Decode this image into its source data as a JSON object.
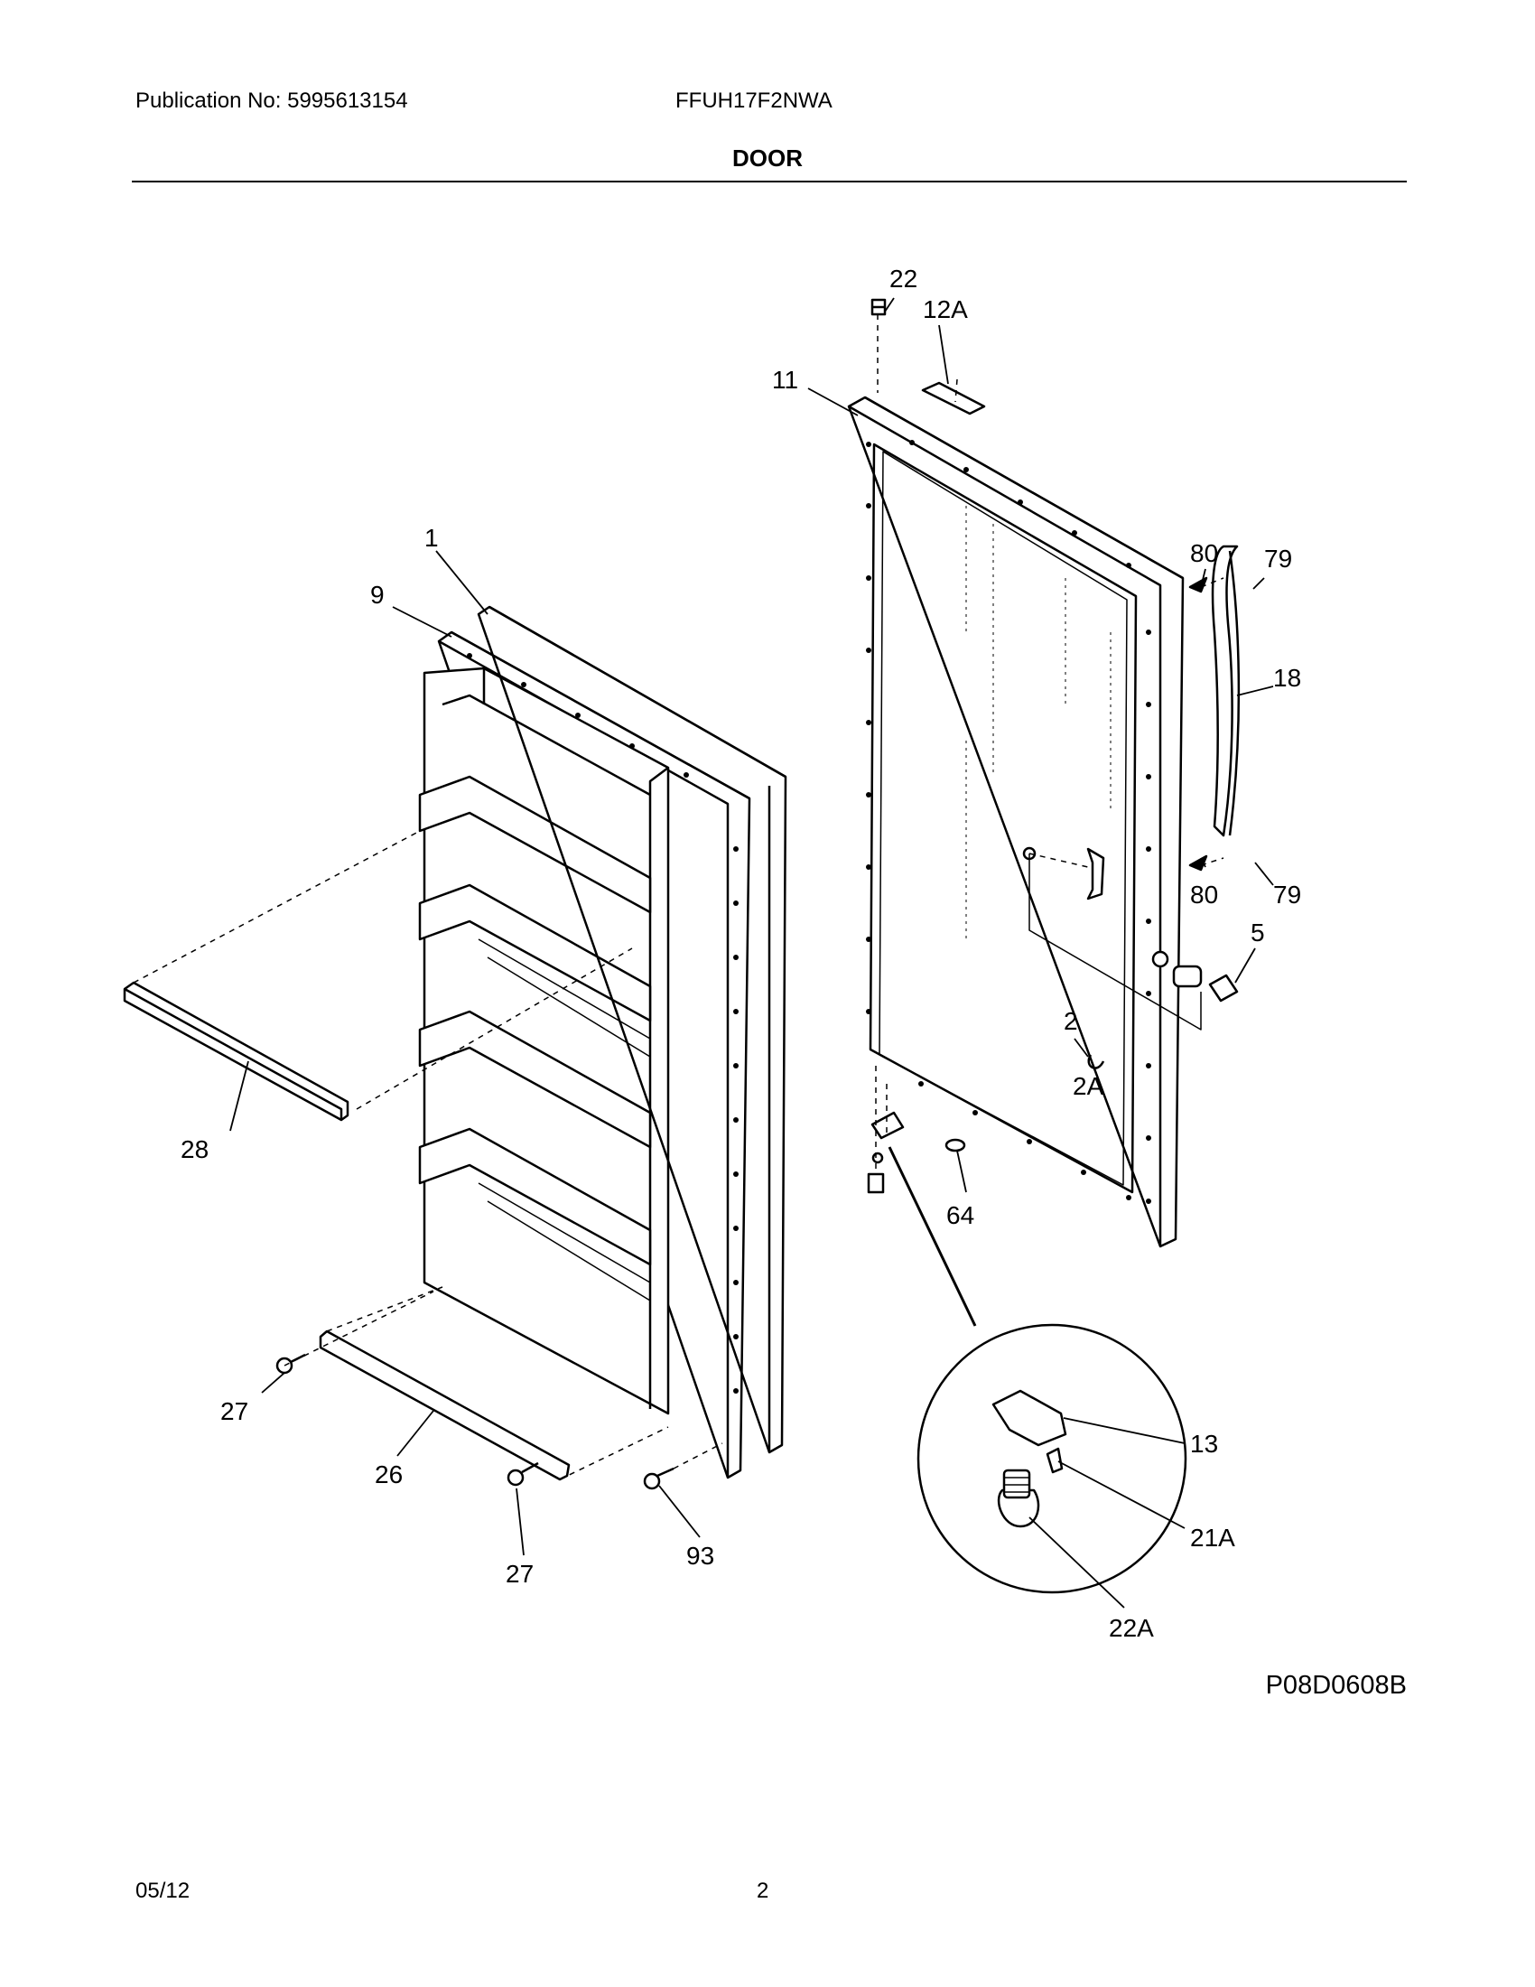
{
  "header": {
    "publication": "Publication No: 5995613154",
    "model": "FFUH17F2NWA",
    "section": "DOOR"
  },
  "drawing_code": "P08D0608B",
  "footer": {
    "date": "05/12",
    "page": "2"
  },
  "callouts": {
    "c1": "1",
    "c9": "9",
    "c28": "28",
    "c27a": "27",
    "c26": "26",
    "c27b": "27",
    "c93": "93",
    "c22": "22",
    "c12A": "12A",
    "c11": "11",
    "c80a": "80",
    "c79a": "79",
    "c18": "18",
    "c80b": "80",
    "c79b": "79",
    "c5": "5",
    "c2": "2",
    "c2A": "2A",
    "c64": "64",
    "c13": "13",
    "c21A": "21A",
    "c22A": "22A"
  }
}
